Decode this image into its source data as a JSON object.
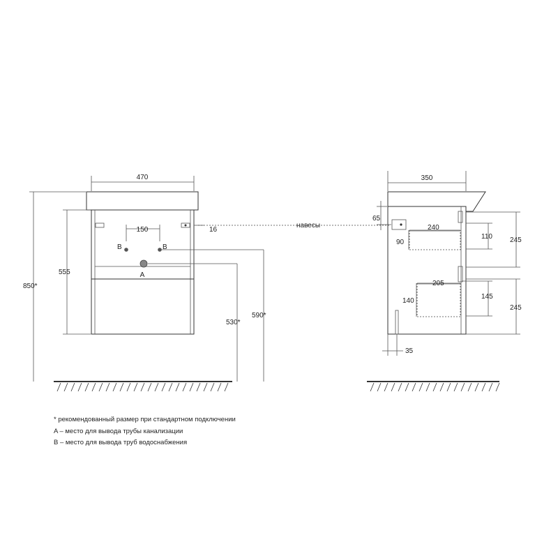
{
  "front_view": {
    "width_label": "470",
    "pipe_spacing_label": "150",
    "inner_offset_label": "16",
    "height_body_label": "555",
    "total_height_label": "850*",
    "drain_height_label": "530*",
    "supply_height_label": "590*",
    "supply_b_left": "B",
    "supply_b_right": "B",
    "drain_a": "A"
  },
  "side_view": {
    "depth_label": "350",
    "hinges_label": "навесы",
    "hinge_offset_label": "65",
    "upper_drawer_depth_label": "240",
    "upper_drawer_side_label": "90",
    "upper_drawer_height_label": "110",
    "upper_module_label": "245",
    "lower_drawer_depth_label": "205",
    "lower_drawer_side_label": "140",
    "lower_drawer_height_label": "145",
    "lower_module_label": "245",
    "base_offset_label": "35"
  },
  "notes": [
    "* рекомендованный размер при стандартном подключении",
    "A – место для вывода трубы канализации",
    "B – место для вывода труб водоснабжения"
  ]
}
